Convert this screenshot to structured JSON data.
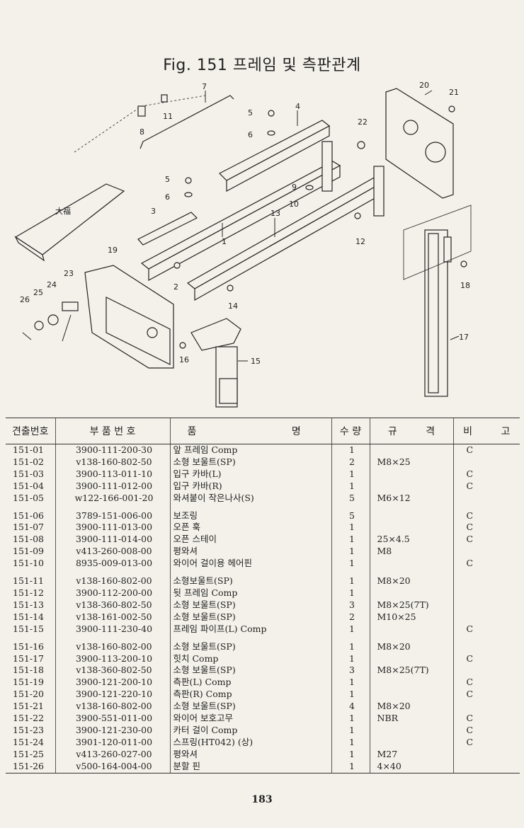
{
  "title": "Fig. 151 프레임 및 측판관계",
  "diagram": {
    "callouts": [
      "1",
      "2",
      "3",
      "4",
      "5",
      "6",
      "5",
      "6",
      "7",
      "8",
      "9",
      "10",
      "11",
      "12",
      "13",
      "14",
      "15",
      "16",
      "17",
      "18",
      "19",
      "20",
      "21",
      "22",
      "23",
      "24",
      "25",
      "26"
    ],
    "cover_text": "大福"
  },
  "table": {
    "headers": {
      "pos": "견출번호",
      "part": "부 품 번 호",
      "name": "품 명",
      "qty": "수 량",
      "spec": "규 격",
      "note": "비 고"
    },
    "rows": [
      {
        "pos": "151-01",
        "part": "3900-111-200-30",
        "name": "앞 프레임 Comp",
        "qty": "1",
        "spec": "",
        "note": "C"
      },
      {
        "pos": "151-02",
        "part": "v138-160-802-50",
        "name": "소형 보울트(SP)",
        "qty": "2",
        "spec": "M8×25",
        "note": ""
      },
      {
        "pos": "151-03",
        "part": "3900-113-011-10",
        "name": "입구 카바(L)",
        "qty": "1",
        "spec": "",
        "note": "C"
      },
      {
        "pos": "151-04",
        "part": "3900-111-012-00",
        "name": "입구 카바(R)",
        "qty": "1",
        "spec": "",
        "note": "C"
      },
      {
        "pos": "151-05",
        "part": "w122-166-001-20",
        "name": "와셔붙이 작은나사(S)",
        "qty": "5",
        "spec": "M6×12",
        "note": ""
      },
      {
        "pos": "151-06",
        "part": "3789-151-006-00",
        "name": "보조링",
        "qty": "5",
        "spec": "",
        "note": "C"
      },
      {
        "pos": "151-07",
        "part": "3900-111-013-00",
        "name": "오픈 훅",
        "qty": "1",
        "spec": "",
        "note": "C"
      },
      {
        "pos": "151-08",
        "part": "3900-111-014-00",
        "name": "오픈 스테이",
        "qty": "1",
        "spec": "25×4.5",
        "note": "C"
      },
      {
        "pos": "151-09",
        "part": "v413-260-008-00",
        "name": "평와셔",
        "qty": "1",
        "spec": "M8",
        "note": ""
      },
      {
        "pos": "151-10",
        "part": "8935-009-013-00",
        "name": "와이어 걸이용 헤어핀",
        "qty": "1",
        "spec": "",
        "note": "C"
      },
      {
        "pos": "151-11",
        "part": "v138-160-802-00",
        "name": "소형보울트(SP)",
        "qty": "1",
        "spec": "M8×20",
        "note": ""
      },
      {
        "pos": "151-12",
        "part": "3900-112-200-00",
        "name": "뒷 프레임 Comp",
        "qty": "1",
        "spec": "",
        "note": ""
      },
      {
        "pos": "151-13",
        "part": "v138-360-802-50",
        "name": "소형 보울트(SP)",
        "qty": "3",
        "spec": "M8×25(7T)",
        "note": ""
      },
      {
        "pos": "151-14",
        "part": "v138-161-002-50",
        "name": "소형 보울트(SP)",
        "qty": "2",
        "spec": "M10×25",
        "note": ""
      },
      {
        "pos": "151-15",
        "part": "3900-111-230-40",
        "name": "프레임 파이프(L) Comp",
        "qty": "1",
        "spec": "",
        "note": "C"
      },
      {
        "pos": "151-16",
        "part": "v138-160-802-00",
        "name": "소형 보울트(SP)",
        "qty": "1",
        "spec": "M8×20",
        "note": ""
      },
      {
        "pos": "151-17",
        "part": "3900-113-200-10",
        "name": "힛치 Comp",
        "qty": "1",
        "spec": "",
        "note": "C"
      },
      {
        "pos": "151-18",
        "part": "v138-360-802-50",
        "name": "소형 보울트(SP)",
        "qty": "3",
        "spec": "M8×25(7T)",
        "note": ""
      },
      {
        "pos": "151-19",
        "part": "3900-121-200-10",
        "name": "측판(L) Comp",
        "qty": "1",
        "spec": "",
        "note": "C"
      },
      {
        "pos": "151-20",
        "part": "3900-121-220-10",
        "name": "측판(R) Comp",
        "qty": "1",
        "spec": "",
        "note": "C"
      },
      {
        "pos": "151-21",
        "part": "v138-160-802-00",
        "name": "소형 보울트(SP)",
        "qty": "4",
        "spec": "M8×20",
        "note": ""
      },
      {
        "pos": "151-22",
        "part": "3900-551-011-00",
        "name": "와이어 보호고무",
        "qty": "1",
        "spec": "NBR",
        "note": "C"
      },
      {
        "pos": "151-23",
        "part": "3900-121-230-00",
        "name": "카터 걸이 Comp",
        "qty": "1",
        "spec": "",
        "note": "C"
      },
      {
        "pos": "151-24",
        "part": "3901-120-011-00",
        "name": "스프링(HT042) (상)",
        "qty": "1",
        "spec": "",
        "note": "C"
      },
      {
        "pos": "151-25",
        "part": "v413-260-027-00",
        "name": "평와셔",
        "qty": "1",
        "spec": "M27",
        "note": ""
      },
      {
        "pos": "151-26",
        "part": "v500-164-004-00",
        "name": "분할 핀",
        "qty": "1",
        "spec": "4×40",
        "note": ""
      }
    ]
  },
  "page_number": "183"
}
